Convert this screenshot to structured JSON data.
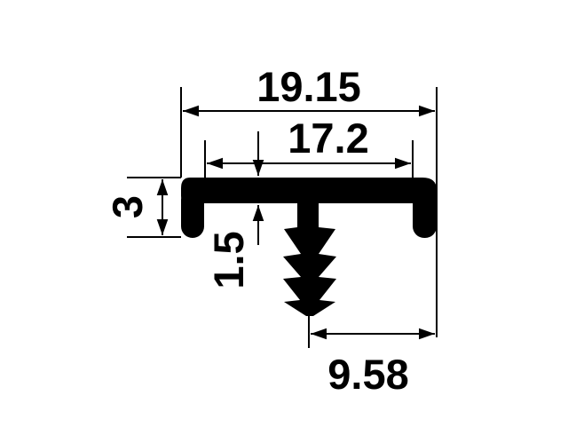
{
  "dimensions": {
    "overall_width": "19.15",
    "inner_width": "17.2",
    "height": "3",
    "wall_thickness": "1.5",
    "stem_offset": "9.58"
  },
  "colors": {
    "profile": "#000000",
    "lines": "#000000",
    "background": "#ffffff"
  }
}
